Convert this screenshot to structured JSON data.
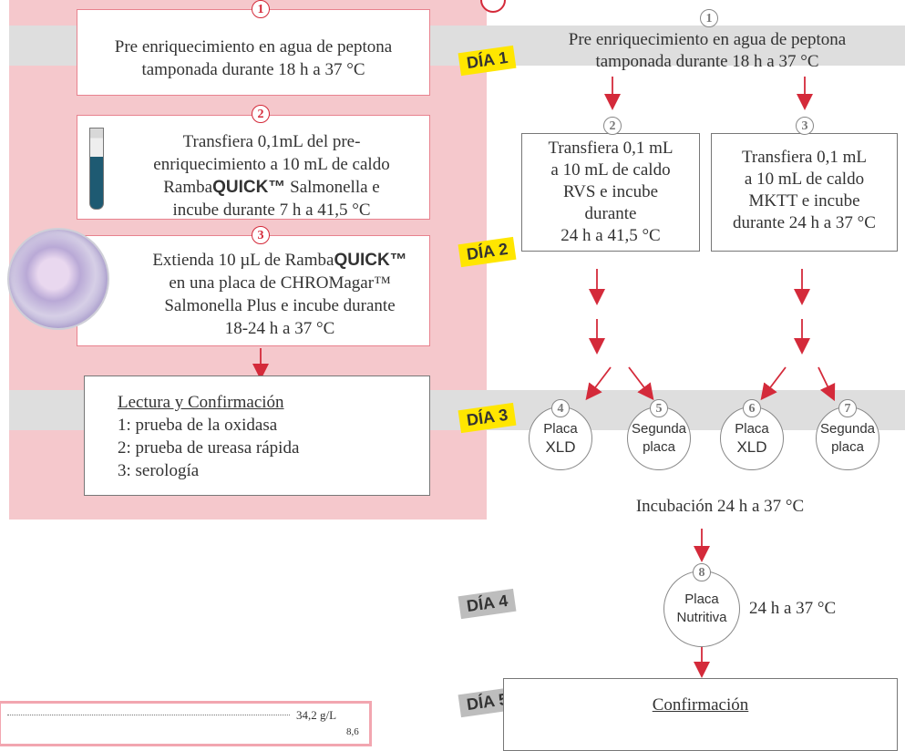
{
  "colors": {
    "pink_panel": "#f5c8cc",
    "gray_band": "#dedede",
    "arrow": "#d42a3a",
    "day_yellow": "#ffe600",
    "day_gray": "#bdbdbd"
  },
  "left": {
    "step1": {
      "num": "1",
      "text": "Pre enriquecimiento en agua de peptona tamponada durante 18 h a 37 °C"
    },
    "step2": {
      "num": "2",
      "line1": "Transfiera 0,1mL del pre-",
      "line2": "enriquecimiento a 10 mL de caldo",
      "brand_prefix": "Ramba",
      "brand_bold": "QUICK™",
      "line3_rest": " Salmonella e",
      "line4": "incube durante 7 h a 41,5 °C"
    },
    "step3": {
      "num": "3",
      "line1_prefix": "Extienda 10 µL de Ramba",
      "line1_bold": "QUICK™",
      "line2": "en una placa de CHROMagar™",
      "line3": "Salmonella Plus e incube durante",
      "line4": "18-24 h a 37 °C"
    },
    "confirm": {
      "title": "Lectura y Confirmación",
      "items": [
        "1: prueba de la oxidasa",
        "2: prueba de ureasa rápida",
        "3: serología"
      ]
    },
    "tube_icon": "test-tube-icon",
    "plate_icon": "petri-dish-icon"
  },
  "right": {
    "step1": {
      "num": "1",
      "text": "Pre enriquecimiento en agua de peptona tamponada durante 18 h a 37 °C"
    },
    "step2": {
      "num": "2",
      "lines": [
        "Transfiera 0,1 mL",
        "a 10 mL de caldo",
        "RVS e incube",
        "durante",
        "24 h a 41,5 °C"
      ]
    },
    "step3": {
      "num": "3",
      "lines": [
        "Transfiera 0,1 mL",
        "a 10 mL de caldo",
        "MKTT e incube",
        "durante 24 h a 37 °C"
      ]
    },
    "plates": [
      {
        "num": "4",
        "line1": "Placa",
        "line2": "XLD"
      },
      {
        "num": "5",
        "line1": "Segunda",
        "line2": "placa"
      },
      {
        "num": "6",
        "line1": "Placa",
        "line2": "XLD"
      },
      {
        "num": "7",
        "line1": "Segunda",
        "line2": "placa"
      }
    ],
    "incubation": "Incubación 24 h a 37 °C",
    "nutrient": {
      "num": "8",
      "line1": "Placa",
      "line2": "Nutritiva"
    },
    "nutrient_time": "24 h a 37 °C",
    "final_confirm": "Confirmación"
  },
  "days": [
    "DÍA 1",
    "DÍA 2",
    "DÍA 3",
    "DÍA 4",
    "DÍA 5"
  ],
  "table_peek": {
    "value1": "34,2 g/L",
    "value2": "8,6"
  }
}
